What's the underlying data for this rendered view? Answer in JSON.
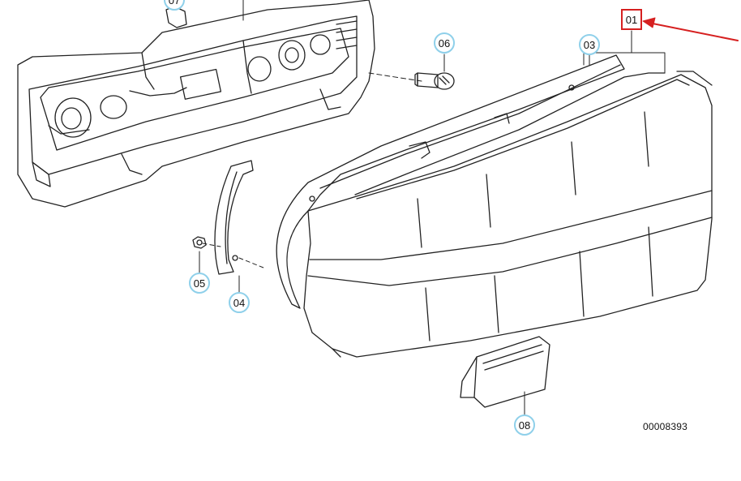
{
  "diagram": {
    "callouts": [
      {
        "id": "01",
        "label": "01",
        "selected": true
      },
      {
        "id": "03",
        "label": "03"
      },
      {
        "id": "04",
        "label": "04"
      },
      {
        "id": "05",
        "label": "05"
      },
      {
        "id": "06",
        "label": "06"
      },
      {
        "id": "07",
        "label": "07"
      },
      {
        "id": "08",
        "label": "08"
      }
    ],
    "document_number": "00008393",
    "colors": {
      "callout_border": "#8fd0ea",
      "selected_border": "#d62020",
      "arrow": "#d62020",
      "line": "#222222"
    }
  }
}
